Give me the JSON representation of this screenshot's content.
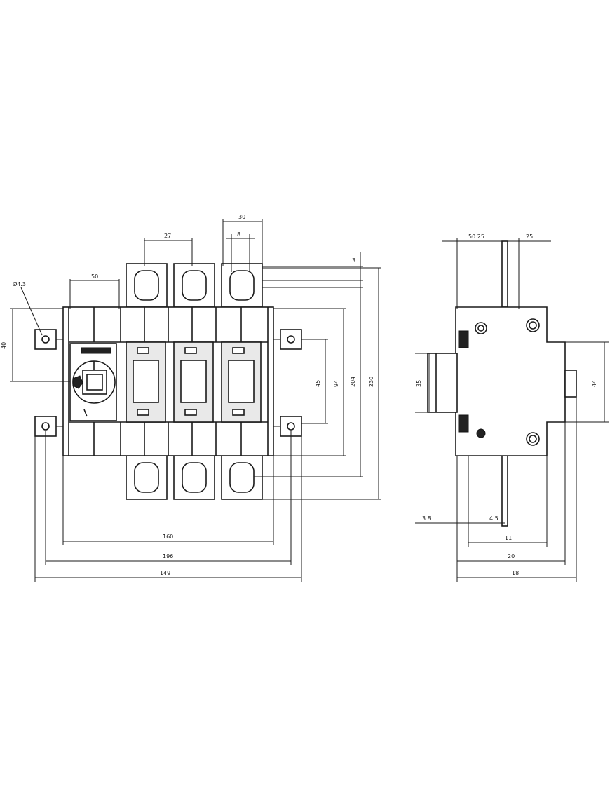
{
  "front_view": {
    "hole_dia": "Ø4.3",
    "dim_terminal_spacing": "27",
    "dim_width_left": "50",
    "dim_terminal_top": "8",
    "dim_terminal_width": "30",
    "dim_side_top": "3",
    "dim_left_height": "40",
    "dim_inner_height": "45",
    "dim_mid_height": "94",
    "dim_outer_height": "204",
    "dim_total_height": "230",
    "dim_bottom_1": "160",
    "dim_bottom_2": "196",
    "dim_bottom_3": "149"
  },
  "side_view": {
    "dim_top_left": "50.25",
    "dim_top_right": "25",
    "dim_rail": "35",
    "dim_right_height": "44",
    "dim_small_1": "3.8",
    "dim_small_2": "4.5",
    "dim_bottom_1": "11",
    "dim_bottom_2": "20",
    "dim_bottom_3": "18"
  }
}
